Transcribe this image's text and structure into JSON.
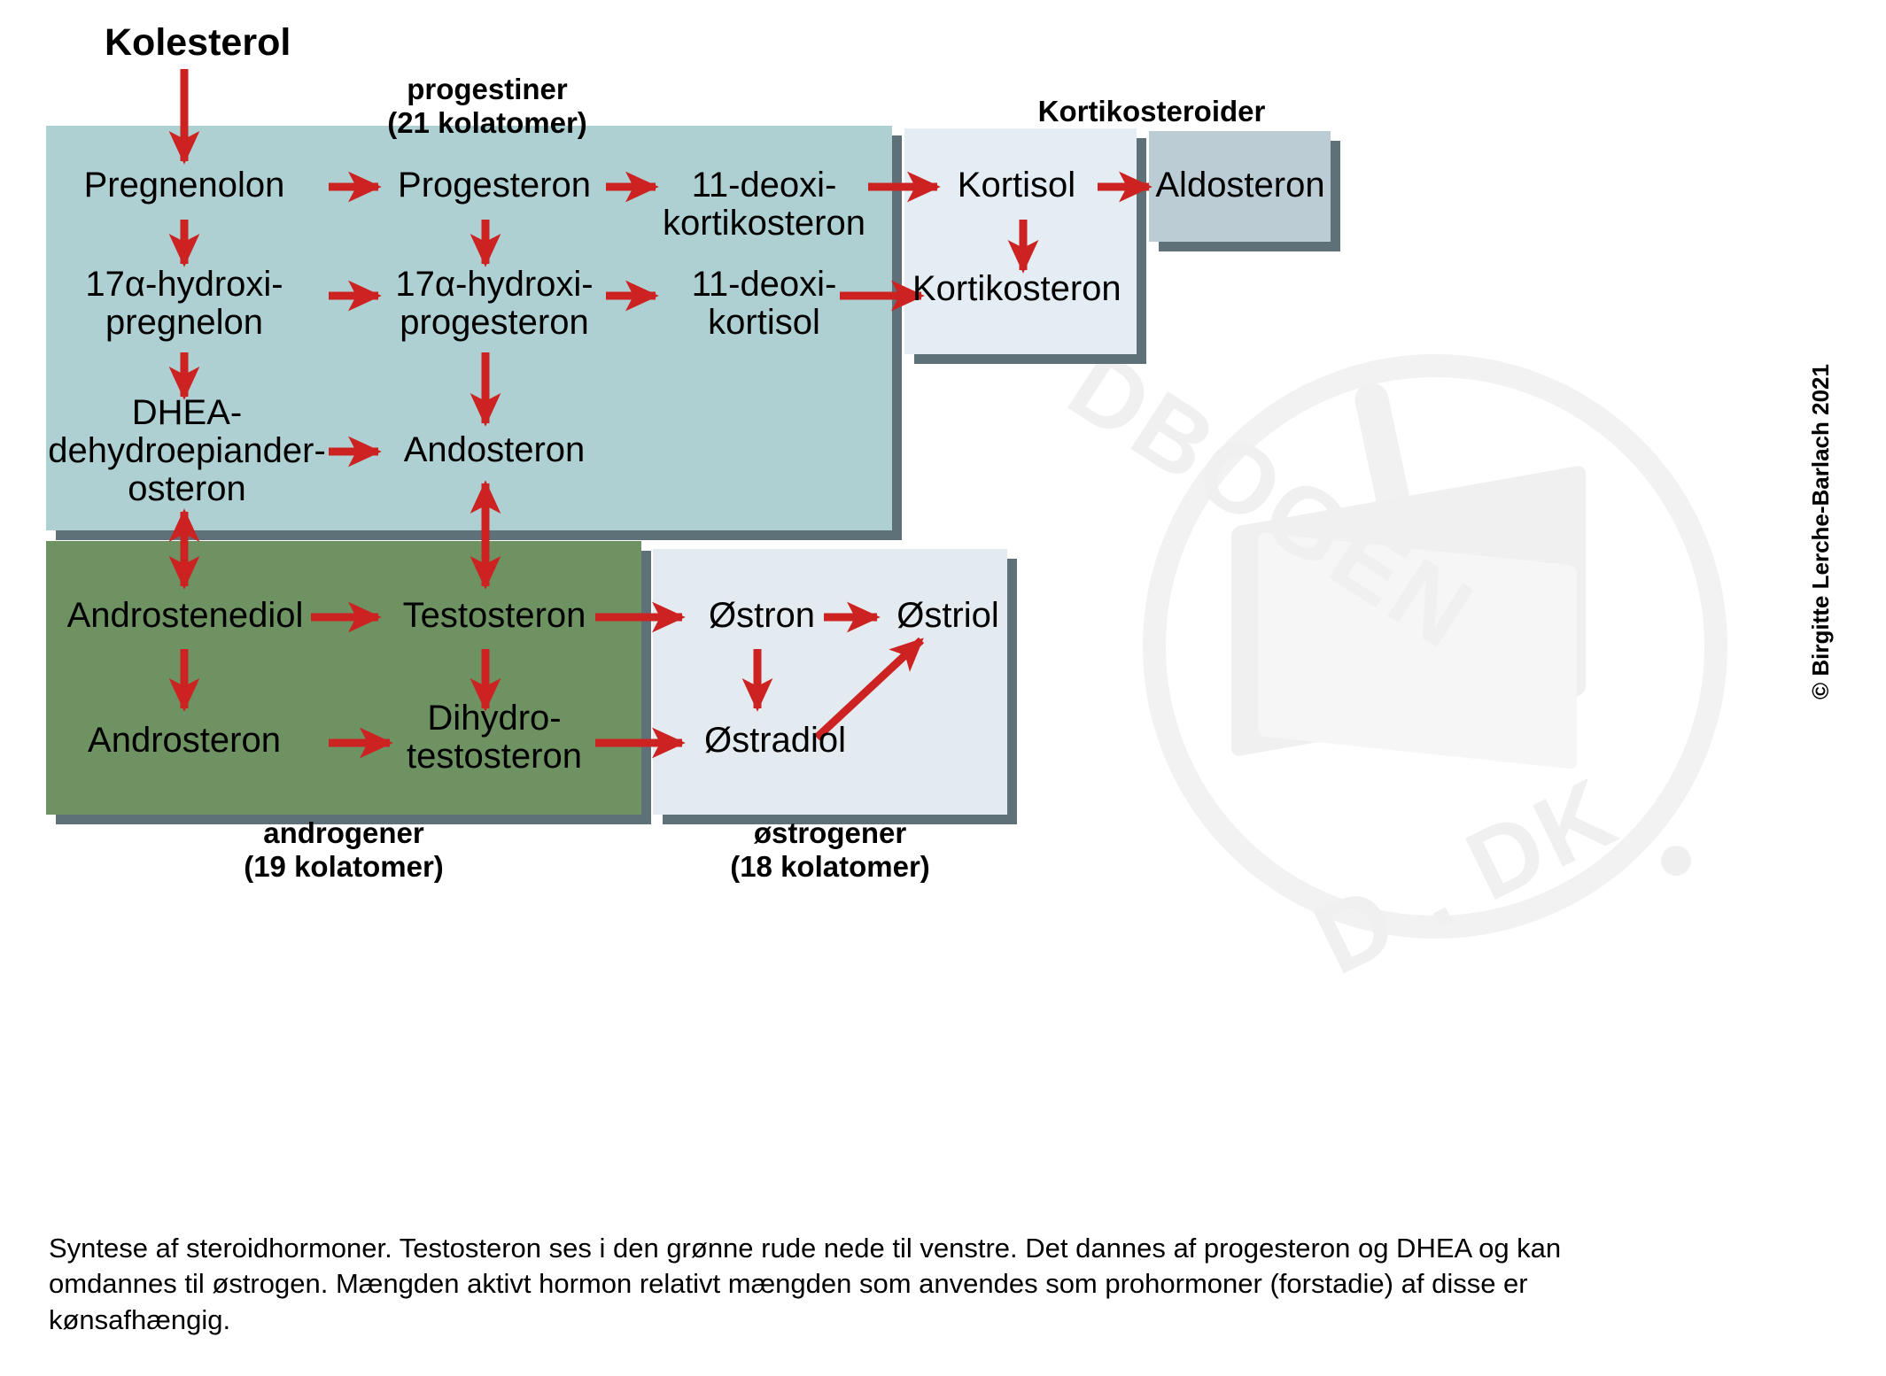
{
  "title": "Kolesterol",
  "headings": {
    "progestiner": "progestiner\n(21 kolatomer)",
    "kortikosteroider": "Kortikosteroider",
    "androgener": "androgener\n(19 kolatomer)",
    "ostrogener": "østrogener\n(18 kolatomer)"
  },
  "nodes": {
    "pregnenolon": "Pregnenolon",
    "progesteron": "Progesteron",
    "deoxikortikosteron": "11-deoxi-\nkortikosteron",
    "kortisol": "Kortisol",
    "aldosteron": "Aldosteron",
    "hydroxipregnelon": "17α-hydroxi-\npregnelon",
    "hydroxiprogesteron": "17α-hydroxi-\nprogesteron",
    "deoxikortisol": "11-deoxi-\nkortisol",
    "kortikosteron": "Kortikosteron",
    "dhea": "DHEA-\ndehydroepiander-\nosteron",
    "andosteron": "Andosteron",
    "androstenediol": "Androstenediol",
    "testosteron": "Testosteron",
    "ostron": "Østron",
    "ostriol": "Østriol",
    "androsteron": "Androsteron",
    "dihydrotestosteron": "Dihydro-\ntestosteron",
    "ostradiol": "Østradiol"
  },
  "caption": "Syntese af steroidhormoner. Testosteron ses i den grønne rude nede til venstre. Det dannes af progesteron og DHEA og kan omdannes til østrogen. Mængden aktivt hormon relativt mængden som anvendes som prohormoner (forstadie) af disse er kønsafhængig.",
  "copyright": "© Birgitte Lerche-Barlach 2021",
  "watermark": {
    "text_top": "DBOGEN",
    "text_bottom": "D . DK"
  },
  "colors": {
    "panel_progestin": "#afd0d2",
    "panel_androgen": "#6f9263",
    "panel_kortikosteroid": "#e3edf3",
    "panel_aldosteron": "#bbccd4",
    "panel_ostrogen": "#e3ebf0",
    "arrow": "#cc2222",
    "shadow": "#5e7179",
    "text": "#000000",
    "background": "#ffffff"
  }
}
